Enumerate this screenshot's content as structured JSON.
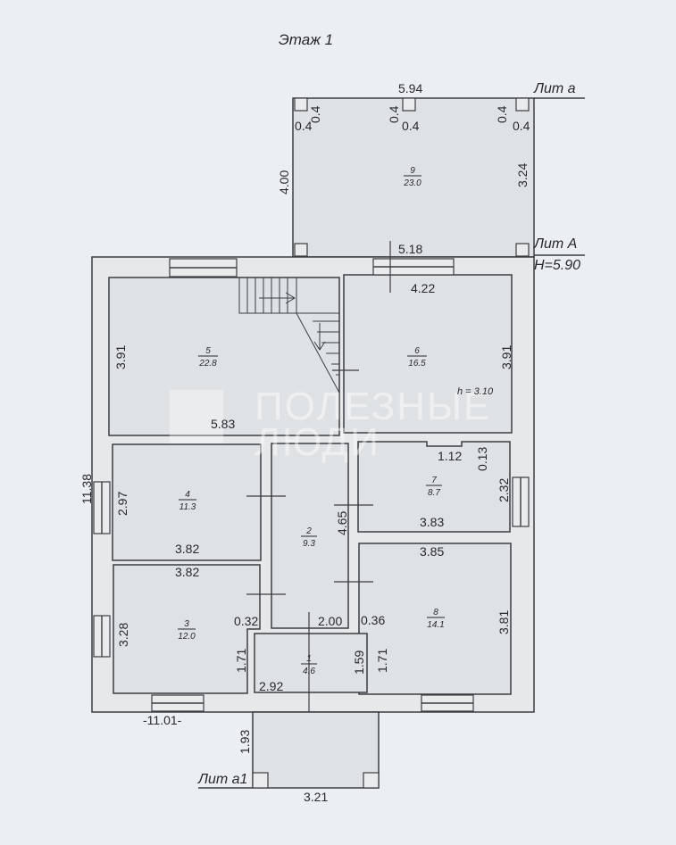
{
  "title": "Этаж 1",
  "labels": {
    "lit_a_small": "Лит а",
    "lit_a_main": "Лит А",
    "height_main": "H=5.90",
    "lit_a1": "Лит а1",
    "ceiling": "h = 3.10"
  },
  "watermark": {
    "line1": "ПОЛЕЗНЫЕ",
    "line2": "ЛЮДИ"
  },
  "rooms": [
    {
      "number": "1",
      "area": "4.6"
    },
    {
      "number": "2",
      "area": "9.3"
    },
    {
      "number": "3",
      "area": "12.0"
    },
    {
      "number": "4",
      "area": "11.3"
    },
    {
      "number": "5",
      "area": "22.8"
    },
    {
      "number": "6",
      "area": "16.5"
    },
    {
      "number": "7",
      "area": "8.7"
    },
    {
      "number": "8",
      "area": "14.1"
    },
    {
      "number": "9",
      "area": "23.0"
    }
  ],
  "dimensions": {
    "lit_a_width": "5.94",
    "lit_a_left": "4.00",
    "lit_a_right": "3.24",
    "pillar": "0.4",
    "main_top": "5.18",
    "r6_width": "4.22",
    "r6_height": "3.91",
    "r5_height": "3.91",
    "r5_width": "5.83",
    "total_height": "11.38",
    "total_width": "-11.01-",
    "r4_height": "2.97",
    "r4_width": "3.82",
    "r3_width": "3.82",
    "r3_height": "3.28",
    "r3_notch": "0.32",
    "r3_small": "1.71",
    "r2_height": "4.65",
    "r2_width": "2.00",
    "r7_notch_w": "1.12",
    "r7_notch_h": "0.13",
    "r7_height": "2.32",
    "r7_width": "3.83",
    "r8_width": "3.85",
    "r8_height": "3.81",
    "r8_notch": "0.36",
    "r8_small": "1.71",
    "r1_width": "2.92",
    "r1_height": "1.59",
    "porch_height": "1.93",
    "porch_width": "3.21"
  }
}
